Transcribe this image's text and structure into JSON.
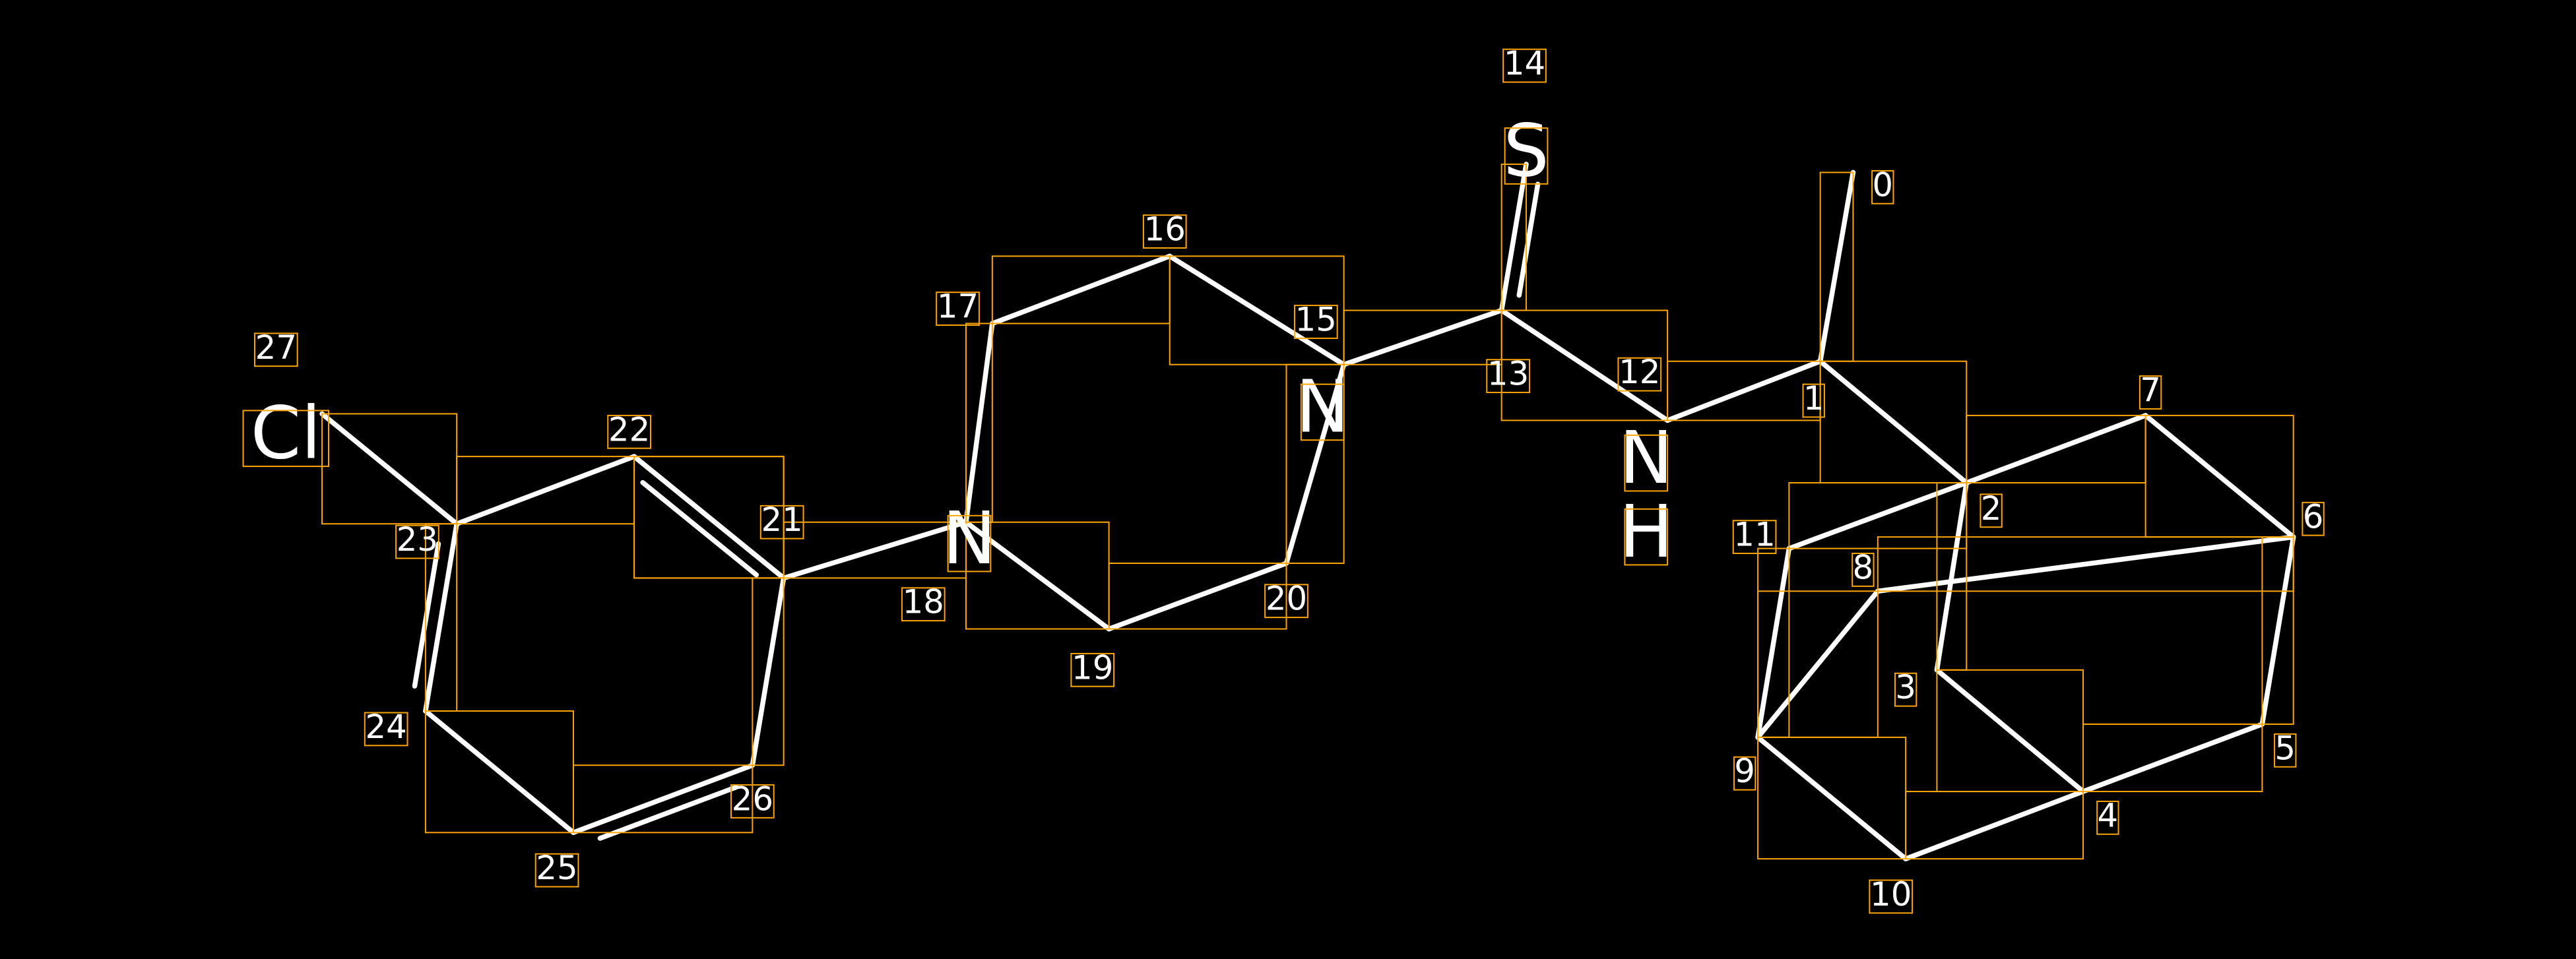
{
  "colors": {
    "background": "#000000",
    "bond": "#ffffff",
    "box": "#FFA500"
  },
  "atoms": [
    {
      "id": "0",
      "symbol": ""
    },
    {
      "id": "1",
      "symbol": ""
    },
    {
      "id": "2",
      "symbol": ""
    },
    {
      "id": "3",
      "symbol": ""
    },
    {
      "id": "4",
      "symbol": ""
    },
    {
      "id": "5",
      "symbol": ""
    },
    {
      "id": "6",
      "symbol": ""
    },
    {
      "id": "7",
      "symbol": ""
    },
    {
      "id": "8",
      "symbol": ""
    },
    {
      "id": "9",
      "symbol": ""
    },
    {
      "id": "10",
      "symbol": ""
    },
    {
      "id": "11",
      "symbol": ""
    },
    {
      "id": "12",
      "symbol": "NH"
    },
    {
      "id": "13",
      "symbol": ""
    },
    {
      "id": "14",
      "symbol": "S"
    },
    {
      "id": "15",
      "symbol": "N"
    },
    {
      "id": "16",
      "symbol": ""
    },
    {
      "id": "17",
      "symbol": ""
    },
    {
      "id": "18",
      "symbol": "N"
    },
    {
      "id": "19",
      "symbol": ""
    },
    {
      "id": "20",
      "symbol": ""
    },
    {
      "id": "21",
      "symbol": ""
    },
    {
      "id": "22",
      "symbol": ""
    },
    {
      "id": "23",
      "symbol": ""
    },
    {
      "id": "24",
      "symbol": ""
    },
    {
      "id": "25",
      "symbol": ""
    },
    {
      "id": "26",
      "symbol": ""
    },
    {
      "id": "27",
      "symbol": "Cl"
    }
  ],
  "bonds": [
    [
      0,
      1,
      1
    ],
    [
      1,
      12,
      1
    ],
    [
      1,
      2,
      1
    ],
    [
      2,
      7,
      1
    ],
    [
      7,
      6,
      1
    ],
    [
      6,
      8,
      1
    ],
    [
      6,
      5,
      1
    ],
    [
      5,
      4,
      1
    ],
    [
      4,
      3,
      1
    ],
    [
      3,
      2,
      1
    ],
    [
      2,
      11,
      1
    ],
    [
      11,
      9,
      1
    ],
    [
      9,
      8,
      1
    ],
    [
      9,
      10,
      1
    ],
    [
      10,
      4,
      1
    ],
    [
      12,
      13,
      1
    ],
    [
      13,
      14,
      2
    ],
    [
      13,
      15,
      1
    ],
    [
      15,
      16,
      1
    ],
    [
      16,
      17,
      1
    ],
    [
      17,
      18,
      1
    ],
    [
      18,
      19,
      1
    ],
    [
      19,
      20,
      1
    ],
    [
      20,
      15,
      1
    ],
    [
      18,
      21,
      1
    ],
    [
      21,
      22,
      1
    ],
    [
      22,
      23,
      1
    ],
    [
      23,
      27,
      1
    ],
    [
      23,
      24,
      2
    ],
    [
      24,
      25,
      1
    ],
    [
      25,
      26,
      2
    ],
    [
      26,
      21,
      1
    ],
    [
      22,
      21,
      2
    ]
  ]
}
